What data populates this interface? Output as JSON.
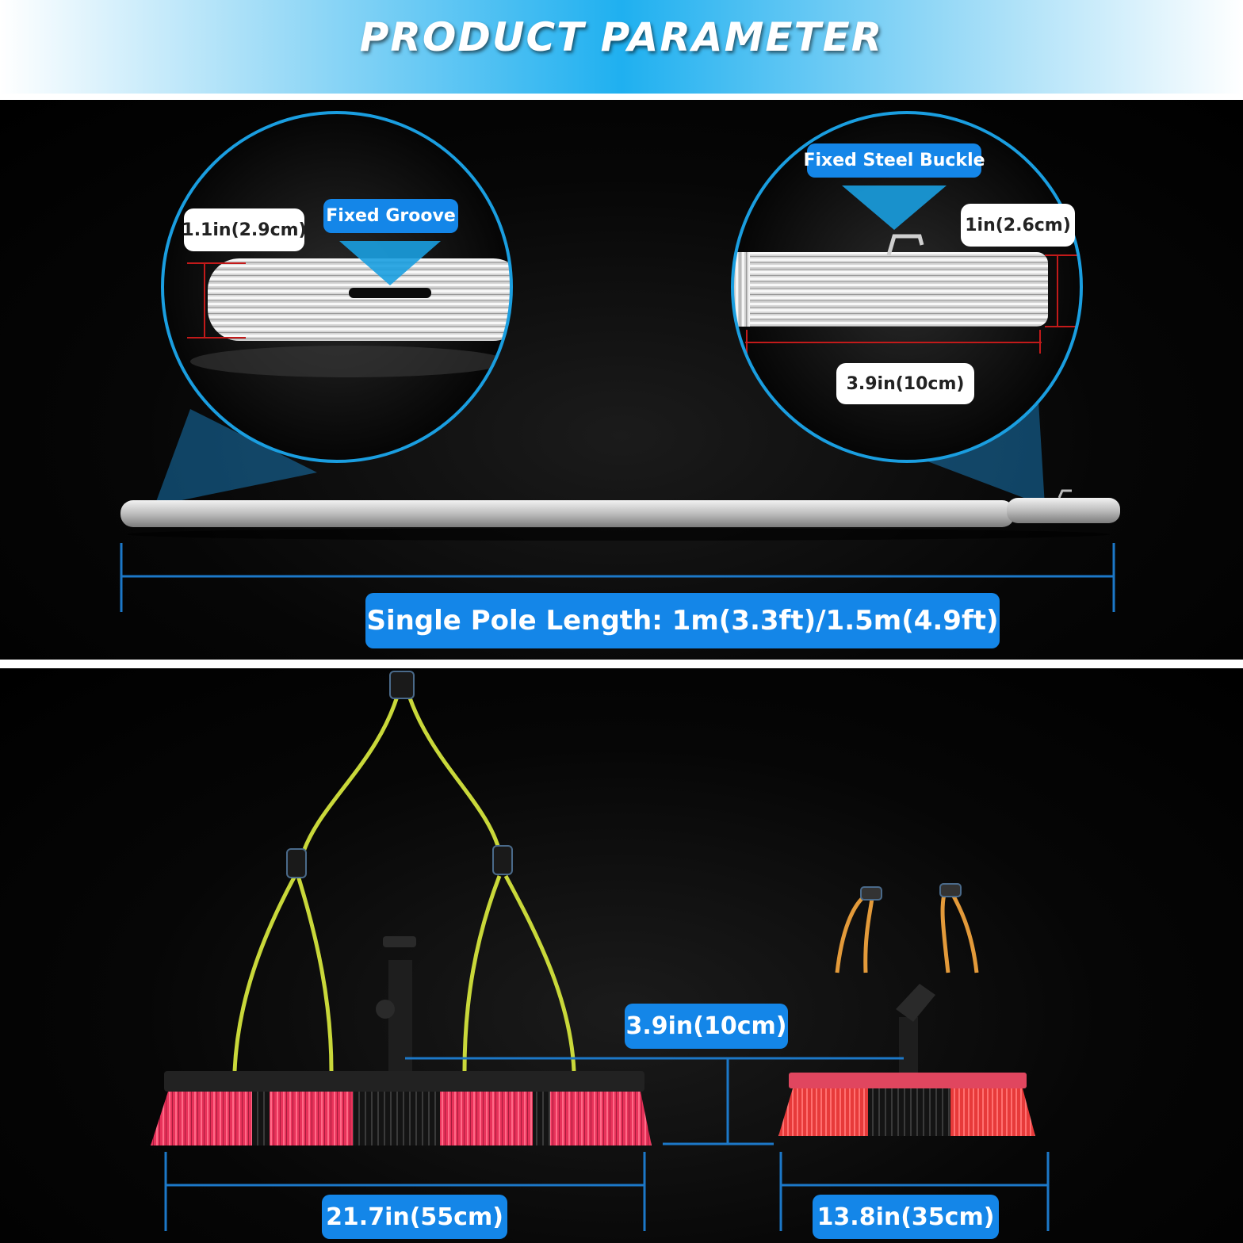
{
  "header": {
    "title": "PRODUCT PARAMETER"
  },
  "pole_section": {
    "left_detail": {
      "diameter_label": "1.1in(2.9cm)",
      "feature_label": "Fixed Groove"
    },
    "right_detail": {
      "feature_label": "Fixed Steel Buckle",
      "diameter_label": "1in(2.6cm)",
      "length_label": "3.9in(10cm)"
    },
    "pole_length_label": "Single Pole Length: 1m(3.3ft)/1.5m(4.9ft)"
  },
  "brush_section": {
    "gap_label": "3.9in(10cm)",
    "large_brush_width_label": "21.7in(55cm)",
    "small_brush_width_label": "13.8in(35cm)"
  },
  "colors": {
    "accent_blue": "#1486e8",
    "callout_ring": "#1a9ee0",
    "hose_yellow": "#c9d83a",
    "hose_orange": "#e39a3a",
    "bristle_red": "#e8325a",
    "dimension_red": "#c21a1a"
  }
}
